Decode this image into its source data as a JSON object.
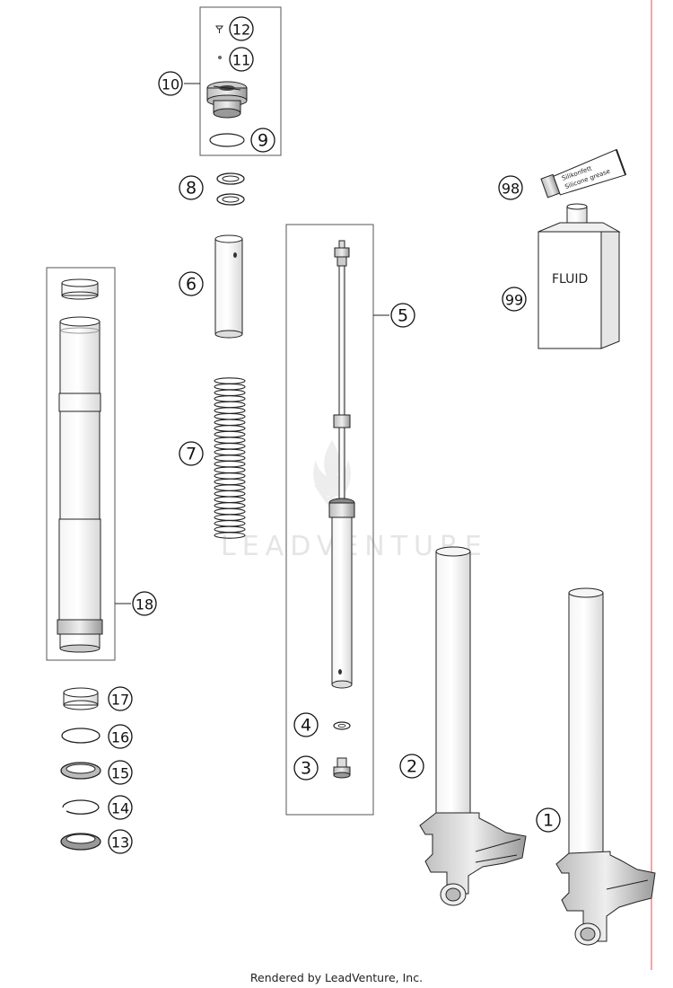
{
  "diagram": {
    "callouts": [
      "1",
      "2",
      "3",
      "4",
      "5",
      "6",
      "7",
      "8",
      "9",
      "10",
      "11",
      "12",
      "13",
      "14",
      "15",
      "16",
      "17",
      "18",
      "98",
      "99"
    ],
    "fluid_label": "FLUID",
    "grease_label_1": "Silikonfett",
    "grease_label_2": "Silicone grease",
    "watermark": "LEADVENTURE"
  },
  "footer": {
    "text": "Rendered by LeadVenture, Inc."
  },
  "colors": {
    "ink": "#111111",
    "line": "#222222",
    "frame": "#555555",
    "watermark": "#e3e3e3",
    "edge": "#e05050"
  }
}
